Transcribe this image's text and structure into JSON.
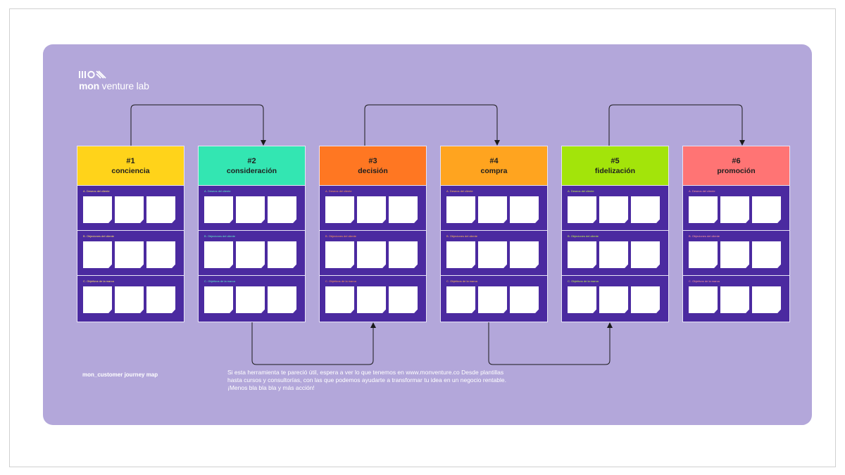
{
  "brand": {
    "name_bold": "mon",
    "name_rest": " venture lab"
  },
  "colors": {
    "board": "#b3a7da",
    "column_body": "#4b2aa0",
    "connector": "#1a1a1a"
  },
  "stages": [
    {
      "number": "#1",
      "title": "conciencia",
      "color": "#ffd31a",
      "label_color": "#ffe066",
      "sections": [
        "A. Deseos del cliente",
        "B. Objeciones del cliente",
        "C. Objetivos de la marca"
      ]
    },
    {
      "number": "#2",
      "title": "consideración",
      "color": "#33e6b2",
      "label_color": "#5ef0c8",
      "sections": [
        "A. Deseos del cliente",
        "B. Objeciones del cliente",
        "C. Objetivos de la marca"
      ]
    },
    {
      "number": "#3",
      "title": "decisión",
      "color": "#ff7722",
      "label_color": "#ff9955",
      "sections": [
        "A. Deseos del cliente",
        "B. Objeciones del cliente",
        "C. Objetivos de la marca"
      ]
    },
    {
      "number": "#4",
      "title": "compra",
      "color": "#ffa41f",
      "label_color": "#ffbb55",
      "sections": [
        "A. Deseos del cliente",
        "B. Objeciones del cliente",
        "C. Objetivos de la marca"
      ]
    },
    {
      "number": "#5",
      "title": "fidelización",
      "color": "#a3e40a",
      "label_color": "#bff04a",
      "sections": [
        "A. Deseos del cliente",
        "B. Objeciones del cliente",
        "C. Objetivos de la marca"
      ]
    },
    {
      "number": "#6",
      "title": "promoción",
      "color": "#ff7474",
      "label_color": "#ff9a9a",
      "sections": [
        "A. Deseos del cliente",
        "B. Objeciones del cliente",
        "C. Objetivos de la marca"
      ]
    }
  ],
  "footer": {
    "title": "mon_customer journey map",
    "lines": [
      "Si esta herramienta te pareció útil, espera a ver lo que tenemos en www.monventure.co  Desde plantillas",
      "hasta cursos y consultorías, con las que podemos ayudarte a transformar tu idea en un negocio rentable.",
      "¡Menos bla bla bla y más acción!"
    ]
  }
}
